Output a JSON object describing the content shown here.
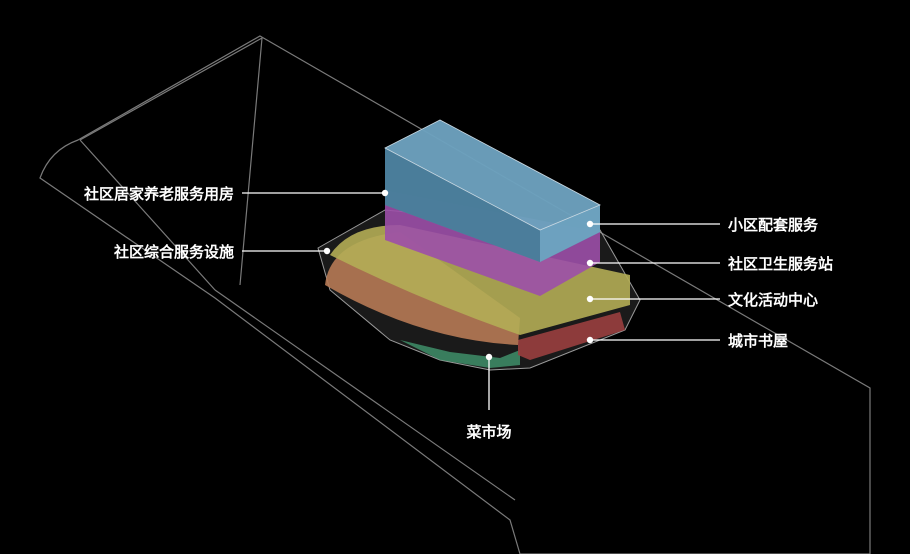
{
  "labels": {
    "residential_elderly_care": "社区居家养老服务用房",
    "community_service_facility": "社区综合服务设施",
    "neighborhood_services": "小区配套服务",
    "health_station": "社区卫生服务站",
    "culture_activity_center": "文化活动中心",
    "city_bookstore": "城市书屋",
    "vegetable_market": "菜市场"
  },
  "colors": {
    "background": "#000000",
    "site_outline": "#7a7a7a",
    "blue_block": "#5b8fae",
    "purple_block": "#9c4fa8",
    "yellow_block": "#b4ad55",
    "orange_block": "#b77a55",
    "red_block": "#9a3f3f",
    "green_block": "#3f8f6a",
    "leader": "#ffffff"
  }
}
